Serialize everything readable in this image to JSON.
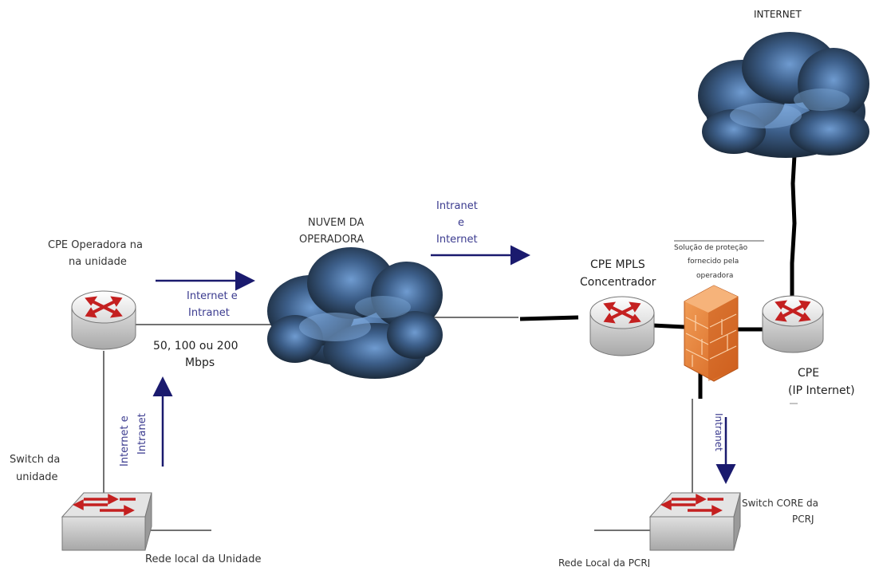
{
  "labels": {
    "internet_top": "INTERNET",
    "cpe_operadora_1": "CPE Operadora na",
    "cpe_operadora_2": "na unidade",
    "switch_unidade_1": "Switch da",
    "switch_unidade_2": "unidade",
    "rede_local_unidade": "Rede local da Unidade",
    "nuvem_1": "NUVEM DA",
    "nuvem_2": "OPERADORA",
    "intranet_internet_1": "Intranet",
    "intranet_internet_2": "e",
    "intranet_internet_3": "Internet",
    "internet_e_intranet_1": "Internet e",
    "internet_e_intranet_2": "Intranet",
    "speed_1": "50, 100 ou 200",
    "speed_2": "Mbps",
    "vertical_1": "Internet e",
    "vertical_2": "Intranet",
    "cpe_mpls_1": "CPE MPLS",
    "cpe_mpls_2": "Concentrador",
    "solucao_1": "Solução de proteção",
    "solucao_2": "fornecido pela",
    "solucao_3": "operadora",
    "cpe_internet_1": "CPE",
    "cpe_internet_2": "(IP Internet)",
    "intranet_vertical": "Intranet",
    "switch_core_1": "Switch CORE da",
    "switch_core_2": "PCRJ",
    "rede_local_pcrj": "Rede Local da PCRJ"
  },
  "icons": {
    "router_left": "router-icon",
    "router_mpls": "router-icon",
    "router_internet": "router-icon",
    "switch_unidade": "switch-icon",
    "switch_core": "switch-icon",
    "firewall": "firewall-icon",
    "cloud_operadora": "cloud-icon",
    "cloud_internet": "cloud-icon"
  },
  "colors": {
    "arrow": "#1a1a6e",
    "cloud_dark": "#1f2f45",
    "cloud_light": "#5a86b8",
    "router_arrow": "#c42020",
    "firewall": "#e07a2e",
    "thick_link": "#000000"
  }
}
